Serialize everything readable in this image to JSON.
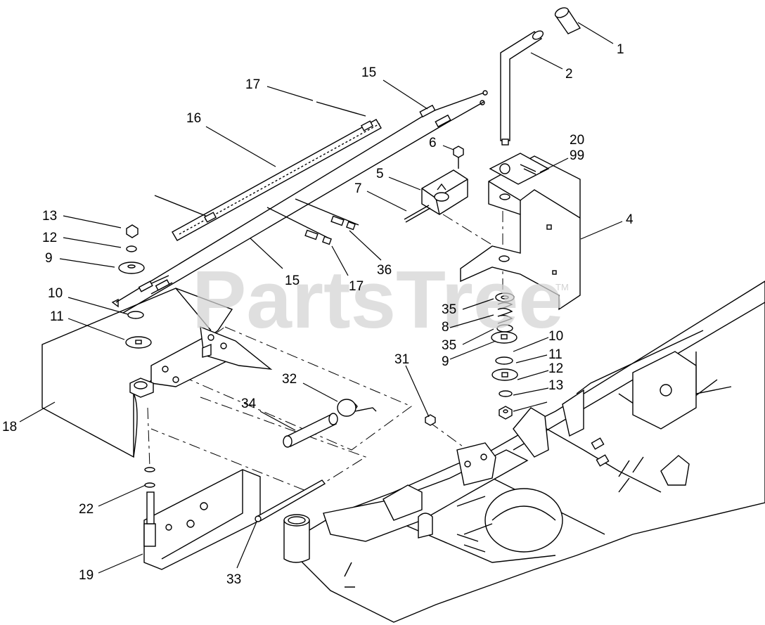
{
  "watermark": {
    "text": "PartsTree",
    "tm": "TM"
  },
  "callouts": [
    {
      "id": "c1",
      "label": "1"
    },
    {
      "id": "c2",
      "label": "2"
    },
    {
      "id": "c15a",
      "label": "15"
    },
    {
      "id": "c17a",
      "label": "17"
    },
    {
      "id": "c16",
      "label": "16"
    },
    {
      "id": "c20",
      "label": "20"
    },
    {
      "id": "c99",
      "label": "99"
    },
    {
      "id": "c6",
      "label": "6"
    },
    {
      "id": "c5",
      "label": "5"
    },
    {
      "id": "c7",
      "label": "7"
    },
    {
      "id": "c4",
      "label": "4"
    },
    {
      "id": "c13a",
      "label": "13"
    },
    {
      "id": "c12a",
      "label": "12"
    },
    {
      "id": "c9a",
      "label": "9"
    },
    {
      "id": "c36",
      "label": "36"
    },
    {
      "id": "c15b",
      "label": "15"
    },
    {
      "id": "c17b",
      "label": "17"
    },
    {
      "id": "c10a",
      "label": "10"
    },
    {
      "id": "c11a",
      "label": "11"
    },
    {
      "id": "c35a",
      "label": "35"
    },
    {
      "id": "c8",
      "label": "8"
    },
    {
      "id": "c35b",
      "label": "35"
    },
    {
      "id": "c10b",
      "label": "10"
    },
    {
      "id": "c9b",
      "label": "9"
    },
    {
      "id": "c11b",
      "label": "11"
    },
    {
      "id": "c31",
      "label": "31"
    },
    {
      "id": "c12b",
      "label": "12"
    },
    {
      "id": "c13b",
      "label": "13"
    },
    {
      "id": "c32",
      "label": "32"
    },
    {
      "id": "c34",
      "label": "34"
    },
    {
      "id": "c18",
      "label": "18"
    },
    {
      "id": "c22",
      "label": "22"
    },
    {
      "id": "c19",
      "label": "19"
    },
    {
      "id": "c33",
      "label": "33"
    }
  ]
}
